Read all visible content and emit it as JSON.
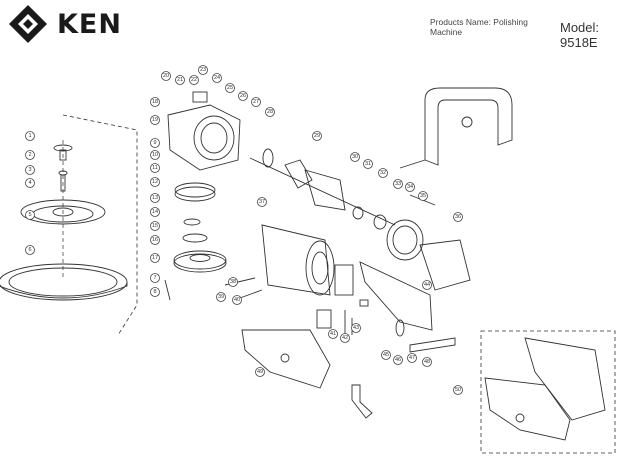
{
  "brand": {
    "name": "KEN"
  },
  "header": {
    "products_name": "Products Name: Polishing Machine",
    "model": "Model: 9518E"
  },
  "callouts": [
    "1",
    "2",
    "3",
    "4",
    "5",
    "6",
    "7",
    "8",
    "9",
    "10",
    "11",
    "12",
    "13",
    "14",
    "15",
    "16",
    "17",
    "18",
    "19",
    "20",
    "21",
    "22",
    "23",
    "24",
    "25",
    "26",
    "27",
    "28",
    "29",
    "30",
    "31",
    "32",
    "33",
    "34",
    "35",
    "36",
    "37",
    "38",
    "39",
    "40",
    "41",
    "42",
    "43",
    "44",
    "45",
    "46",
    "47",
    "48",
    "49",
    "50"
  ]
}
